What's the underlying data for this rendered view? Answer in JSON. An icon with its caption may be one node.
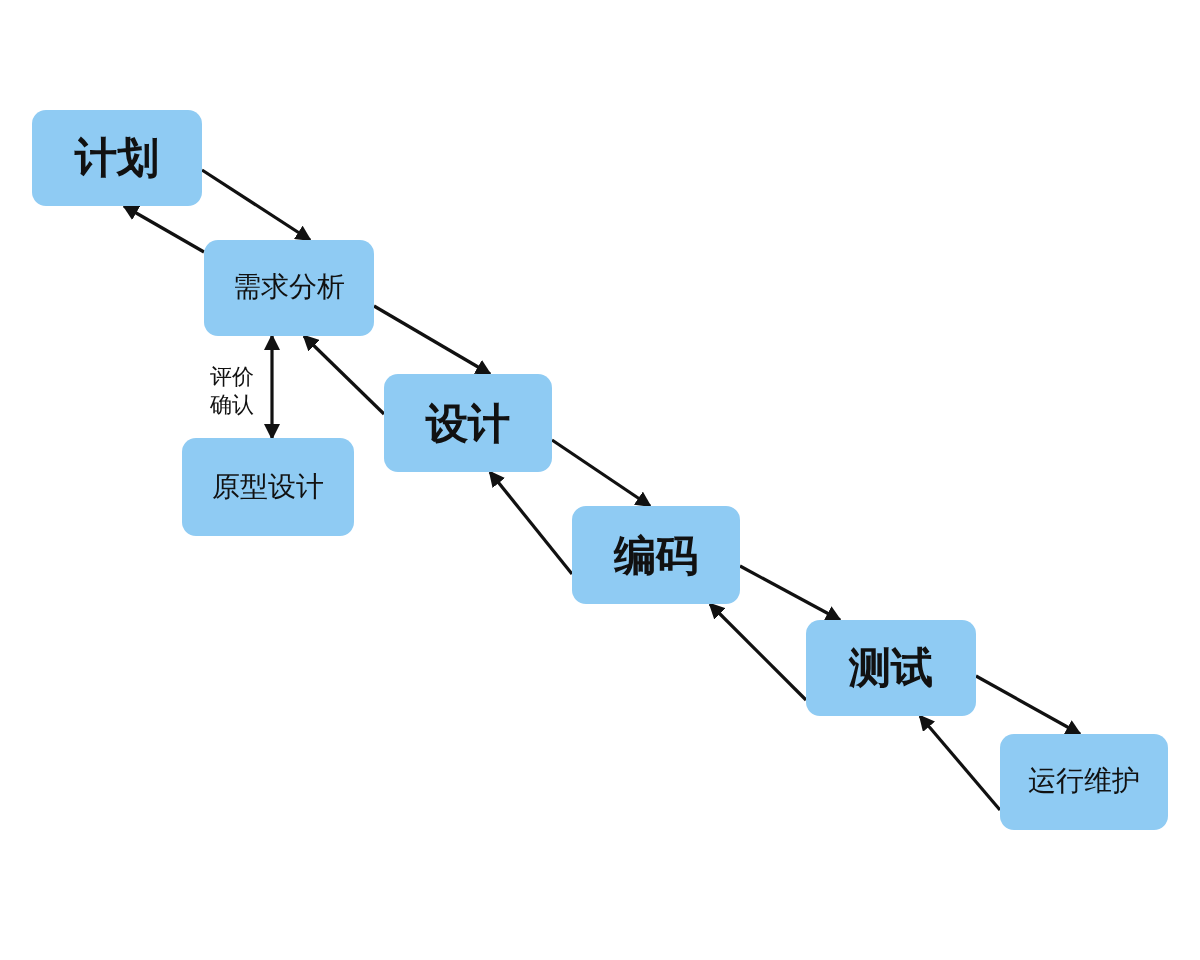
{
  "diagram": {
    "nodes": [
      {
        "text": [
          "计划"
        ]
      },
      {
        "text": [
          "需求分析"
        ]
      },
      {
        "text": [
          "原型设计"
        ]
      },
      {
        "text": [
          "设计"
        ]
      },
      {
        "text": [
          "编码"
        ]
      },
      {
        "text": [
          "测试"
        ]
      },
      {
        "text": [
          "运行维护"
        ]
      }
    ],
    "edges": [
      {
        "from": 0,
        "to": 1,
        "arrow": "to"
      },
      {
        "from": 1,
        "to": 0,
        "arrow": "to"
      },
      {
        "from": 1,
        "to": 3,
        "arrow": "to"
      },
      {
        "from": 3,
        "to": 1,
        "arrow": "to"
      },
      {
        "from": 3,
        "to": 4,
        "arrow": "to"
      },
      {
        "from": 4,
        "to": 3,
        "arrow": "to"
      },
      {
        "from": 4,
        "to": 5,
        "arrow": "to"
      },
      {
        "from": 5,
        "to": 4,
        "arrow": "to"
      },
      {
        "from": 5,
        "to": 6,
        "arrow": "to"
      },
      {
        "from": 6,
        "to": 5,
        "arrow": "to"
      },
      {
        "from": 1,
        "to": 2,
        "arrow": "both",
        "label": "评价确认"
      }
    ]
  }
}
